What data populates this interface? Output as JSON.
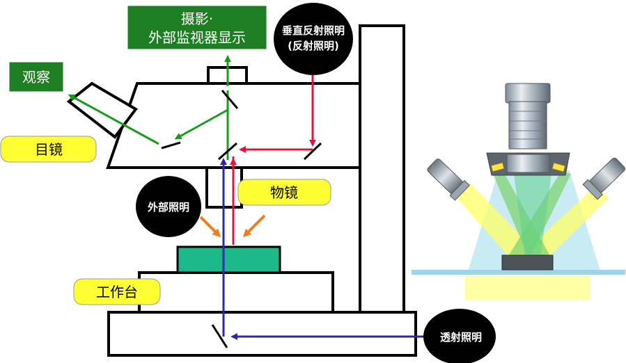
{
  "labels": {
    "observe": "观察",
    "photo_line1": "摄影·",
    "photo_line2": "外部监视器显示",
    "eyepiece": "目镜",
    "objective": "物镜",
    "stage": "工作台",
    "vertical_line1": "垂直反射照明",
    "vertical_line2": "(反射照明)",
    "external": "外部照明",
    "transmitted": "透射照明"
  },
  "colors": {
    "green_box": "#1e7f22",
    "yellow_label": "#ffff33",
    "black_bubble": "#000000",
    "green_path": "#1a9a1a",
    "red_path": "#e0143c",
    "blue_path": "#2a2aa8",
    "orange_arrow": "#f07c1e",
    "specimen": "#1db98a"
  }
}
